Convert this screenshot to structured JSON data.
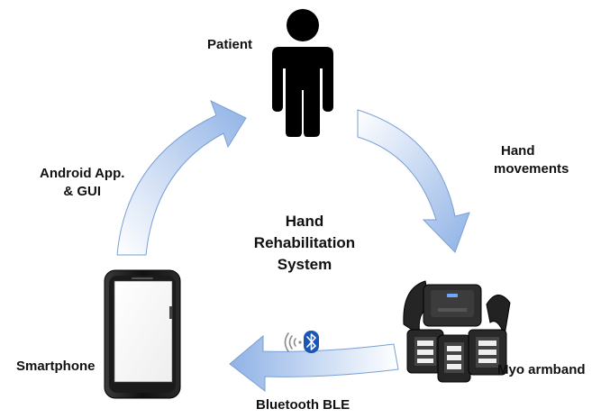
{
  "labels": {
    "patient": "Patient",
    "hand_movements": [
      "Hand",
      "movements"
    ],
    "android_app": [
      "Android App.",
      "& GUI"
    ],
    "center_title": [
      "Hand",
      "Rehabilitation",
      "System"
    ],
    "smartphone": "Smartphone",
    "myo_armband": "Myo armband",
    "bluetooth": "Bluetooth BLE"
  },
  "icons": {
    "patient": "person-silhouette-icon",
    "smartphone": "smartphone-icon",
    "armband": "myo-armband-icon",
    "wireless": "wireless-signal-icon",
    "bluetooth": "bluetooth-icon"
  },
  "colors": {
    "arrow_light": "#ffffff",
    "arrow_dark": "#8fb2e6",
    "arrow_stroke": "#7a9fd6",
    "bluetooth_blue": "#1a56b8"
  }
}
